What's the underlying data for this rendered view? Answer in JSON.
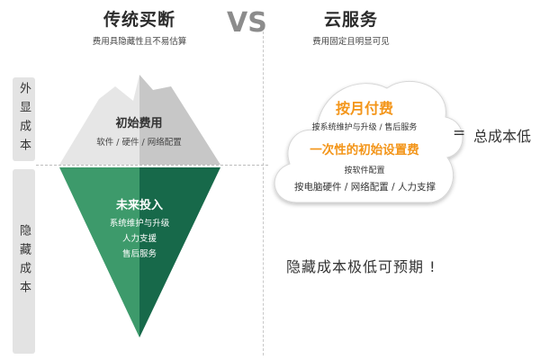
{
  "left": {
    "title": "传统买断",
    "subtitle": "费用具隐藏性且不易估算",
    "visible_tab": "外显成本",
    "hidden_tab": "隐藏成本",
    "visible_cost": {
      "title": "初始费用",
      "detail": "软件 / 硬件 / 网络配置"
    },
    "hidden_cost": {
      "title": "未来投入",
      "items": [
        "系统维护与升级",
        "人力支援",
        "售后服务"
      ]
    }
  },
  "vs": "VS",
  "right": {
    "title": "云服务",
    "subtitle": "费用固定且明显可见",
    "cloud": {
      "monthly_title": "按月付费",
      "monthly_detail": "按系统维护与升级 / 售后服务",
      "onetime_title": "一次性的初始设置费",
      "onetime_detail": "按软件配置",
      "hardware_detail": "按电脑硬件 / 网络配置 / 人力支撑"
    },
    "equals": "=",
    "total": "总成本低",
    "conclusion": "隐藏成本极低可预期 !"
  },
  "colors": {
    "ice_top_light": "#e6e6e6",
    "ice_top_dark": "#c7c7c7",
    "ice_bottom_light": "#3d9a6b",
    "ice_bottom_dark": "#17694a",
    "accent_orange": "#f39519"
  }
}
